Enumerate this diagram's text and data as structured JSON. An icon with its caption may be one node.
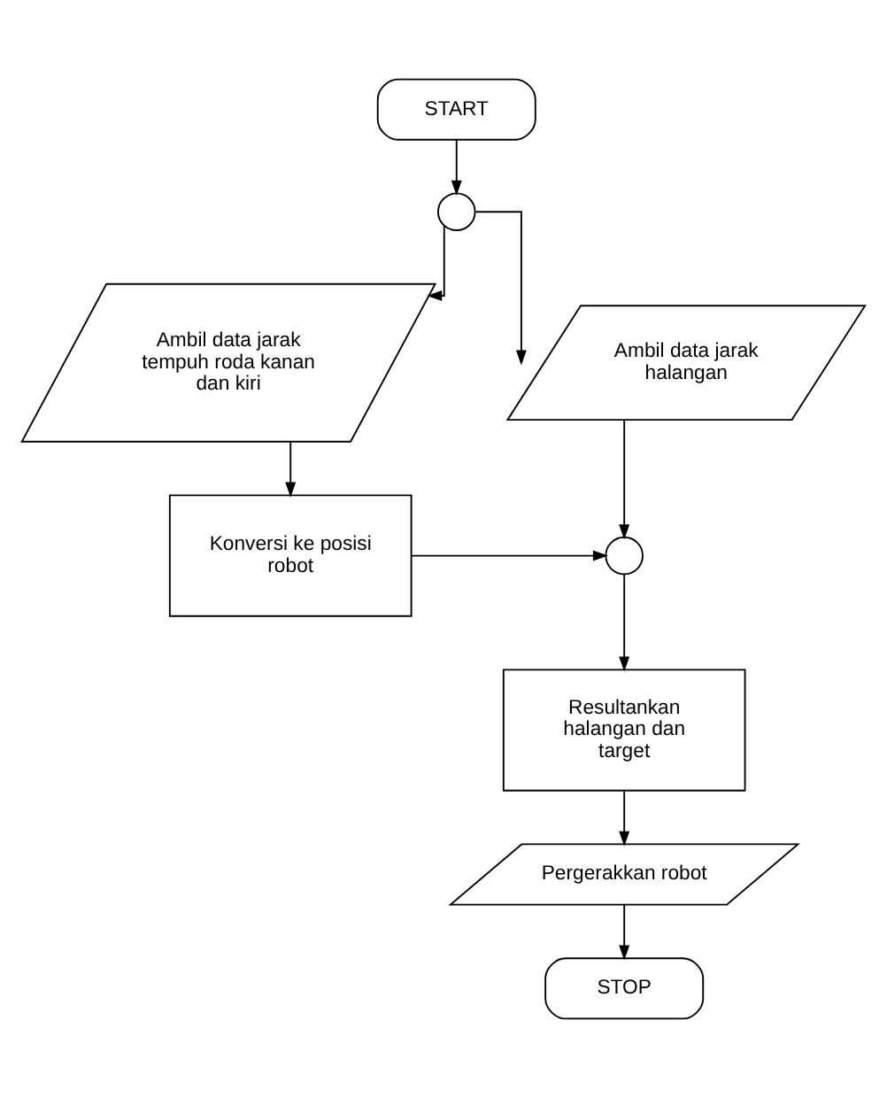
{
  "diagram": {
    "nodes": [
      {
        "text": [
          "START"
        ]
      },
      {
        "text": [],
        "shape": "circle"
      },
      {
        "text": [
          "Ambil data jarak tempuh roda kanan dan kiri"
        ]
      },
      {
        "text": [
          "Ambil data jarak halangan"
        ]
      },
      {
        "text": [
          "Konversi ke posisi robot"
        ]
      },
      {
        "text": [],
        "shape": "circle"
      },
      {
        "text": [
          "Resultankan halangan dan target"
        ]
      },
      {
        "text": [
          "Pergerakkan robot"
        ]
      },
      {
        "text": [
          "STOP"
        ]
      }
    ],
    "edges": [
      {
        "from": 0,
        "to": 1,
        "arrow": "to"
      },
      {
        "from": 1,
        "to": 2,
        "arrow": "to"
      },
      {
        "from": 1,
        "to": 3,
        "arrow": "to"
      },
      {
        "from": 2,
        "to": 4,
        "arrow": "to"
      },
      {
        "from": 3,
        "to": 5,
        "arrow": "to"
      },
      {
        "from": 4,
        "to": 5,
        "arrow": "to"
      },
      {
        "from": 5,
        "to": 6,
        "arrow": "to"
      },
      {
        "from": 6,
        "to": 7,
        "arrow": "to"
      },
      {
        "from": 7,
        "to": 8,
        "arrow": "to"
      }
    ]
  }
}
